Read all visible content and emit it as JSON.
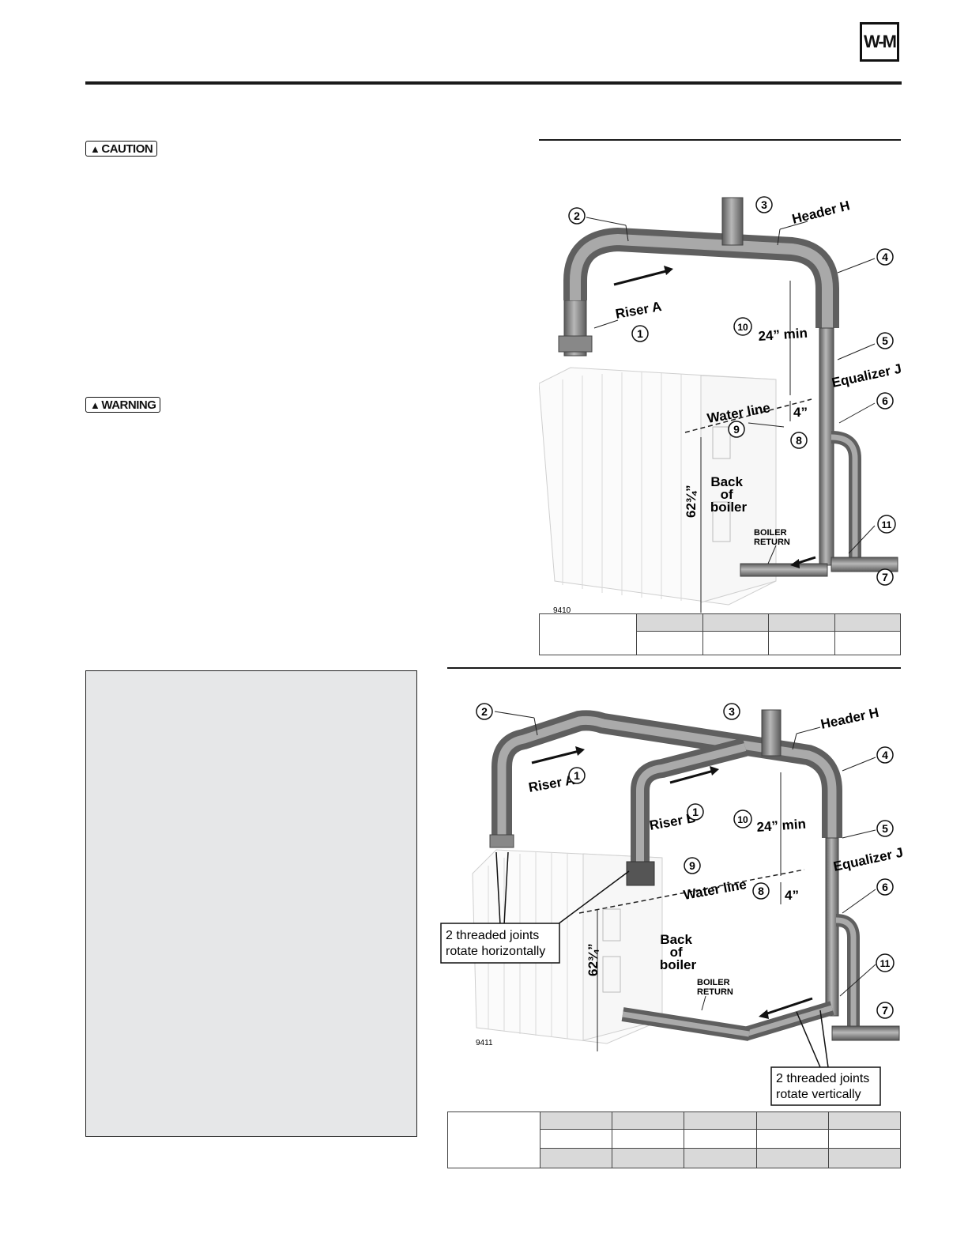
{
  "header": {
    "logo_text": "W-M"
  },
  "alerts": {
    "caution_label": "CAUTION",
    "warning_label": "WARNING"
  },
  "figure_top": {
    "figure_number": "9410",
    "labels": {
      "riser_a": "Riser A",
      "header_h": "Header H",
      "equalizer_j": "Equalizer J",
      "water_line": "Water line",
      "min_24": "24” min",
      "dim_4": "4”",
      "dim_62": "62¾”",
      "back_of_boiler": [
        "Back",
        "of",
        "boiler"
      ],
      "boiler_return": [
        "BOILER",
        "RETURN"
      ]
    },
    "callouts": [
      "1",
      "2",
      "3",
      "4",
      "5",
      "6",
      "7",
      "8",
      "9",
      "10",
      "11"
    ]
  },
  "figure_bottom": {
    "figure_number": "9411",
    "labels": {
      "riser_a": "Riser A",
      "riser_b": "Riser B",
      "header_h": "Header H",
      "equalizer_j": "Equalizer J",
      "water_line": "Water line",
      "min_24": "24” min",
      "dim_4": "4”",
      "dim_62": "62¾”",
      "back_of_boiler": [
        "Back",
        "of",
        "boiler"
      ],
      "boiler_return": [
        "BOILER",
        "RETURN"
      ],
      "joints_horizontal": [
        "2 threaded joints",
        "rotate horizontally"
      ],
      "joints_vertical": [
        "2 threaded joints",
        "rotate vertically"
      ]
    },
    "callouts": [
      "1",
      "2",
      "3",
      "4",
      "5",
      "6",
      "7",
      "8",
      "9",
      "10",
      "11"
    ]
  },
  "colors": {
    "pipe": "#8d8d8d",
    "pipe_dark": "#5f5f5f",
    "boiler": "#fafafa",
    "table_header": "#d9d9d9",
    "shaded_box": "#e6e7e8"
  }
}
